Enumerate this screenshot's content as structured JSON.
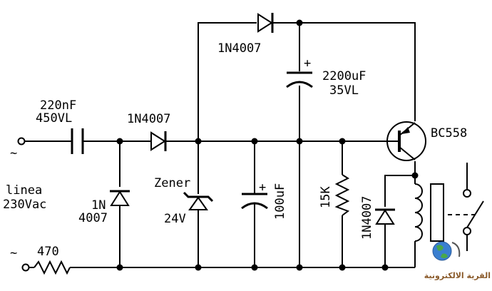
{
  "labels": {
    "cap_input_value": "220nF",
    "cap_input_voltage": "450VL",
    "diode_series": "1N4007",
    "diode_top": "1N4007",
    "cap_reservoir_value": "2200uF",
    "cap_reservoir_voltage": "35VL",
    "cap_plus_top": "+",
    "transistor": "BC558",
    "mains_line1": "linea",
    "mains_line2": "230Vac",
    "diode_shunt_line1": "1N",
    "diode_shunt_line2": "4007",
    "zener_name": "Zener",
    "zener_voltage": "24V",
    "cap_filter": "100uF",
    "cap_plus_mid": "+",
    "resistor_bias": "15K",
    "diode_flyback": "1N4007",
    "resistor_series": "470",
    "tilde_top": "~",
    "tilde_bottom": "~",
    "watermark": "القرية الالكترونية"
  },
  "colors": {
    "wire": "#000000",
    "background": "#ffffff",
    "watermark_text": "#8a5a2a",
    "globe_blue": "#3a7fd0",
    "globe_green": "#4aa84a"
  }
}
